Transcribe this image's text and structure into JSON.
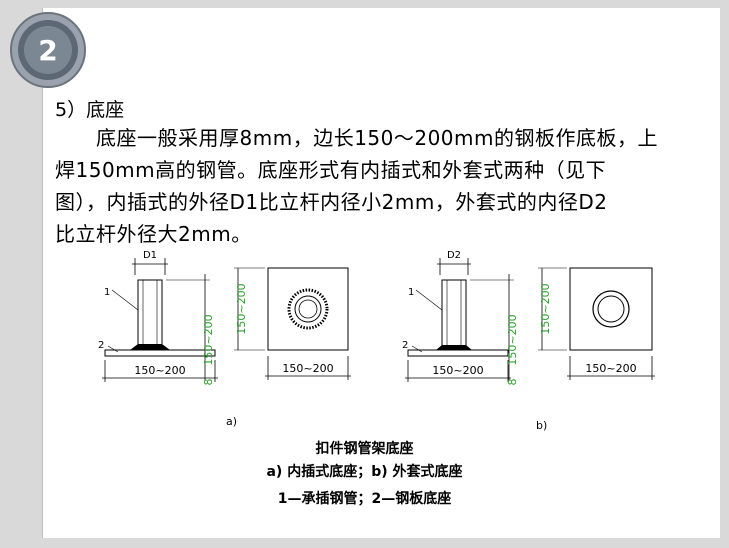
{
  "heading": "5）底座",
  "paragraph_lines": [
    "　　底座一般采用厚8mm，边长150～200mm的钢板作底板，上",
    "焊150mm高的钢管。底座形式有内插式和外套式两种（见下",
    "图），内插式的外径D1比立杆内径小2mm，外套式的内径D2",
    "比立杆外径大2mm。"
  ],
  "figure": {
    "a": {
      "diameter_label": "D1",
      "callout_1": "1",
      "callout_2": "2",
      "height_dim": "150~200",
      "thickness_dim": "8",
      "base_dim": "150~200",
      "plan_dim": "150~200",
      "sub_label": "a)"
    },
    "b": {
      "diameter_label": "D2",
      "callout_1": "1",
      "callout_2": "2",
      "height_dim": "150~200",
      "thickness_dim": "8",
      "base_dim": "150~200",
      "plan_dim": "150~200",
      "sub_label": "b)"
    }
  },
  "caption": {
    "title": "扣件钢管架底座",
    "line2": "a) 内插式底座；b) 外套式底座",
    "line3": "1—承插钢管；2—钢板底座"
  },
  "logo_text": "2"
}
